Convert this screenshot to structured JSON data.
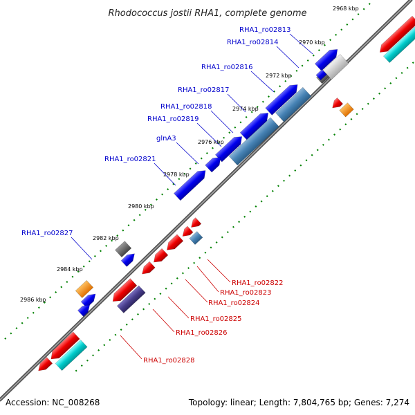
{
  "title": "Rhodococcus jostii RHA1, complete genome",
  "footer": {
    "accession": "Accession: NC_008268",
    "summary": "Topology: linear; Length: 7,804,765 bp; Genes: 7,274"
  },
  "colors": {
    "backbone": "#777777",
    "forward_gene": "#0000ee",
    "reverse_gene": "#ee0000",
    "forward_label": "#0000cc",
    "reverse_label": "#cc0000",
    "rna_orange": "#ff8c00",
    "pseudo_gray": "#666666",
    "highlight_blue": "#4682b4",
    "cyan_track": "#00cccc",
    "slate_track": "#483d8b",
    "tick_dots": "#008000"
  },
  "ticks": [
    "2968 kbp",
    "2970 kbp",
    "2972 kbp",
    "2974 kbp",
    "2976 kbp",
    "2978 kbp",
    "2980 kbp",
    "2982 kbp",
    "2984 kbp",
    "2986 kbp"
  ],
  "forward_labels": [
    "RHA1_ro02813",
    "RHA1_ro02814",
    "RHA1_ro02816",
    "RHA1_ro02817",
    "RHA1_ro02818",
    "RHA1_ro02819",
    "glnA3",
    "RHA1_ro02821",
    "RHA1_ro02827"
  ],
  "reverse_labels": [
    "RHA1_ro02822",
    "RHA1_ro02823",
    "RHA1_ro02824",
    "RHA1_ro02825",
    "RHA1_ro02826",
    "RHA1_ro02828"
  ]
}
